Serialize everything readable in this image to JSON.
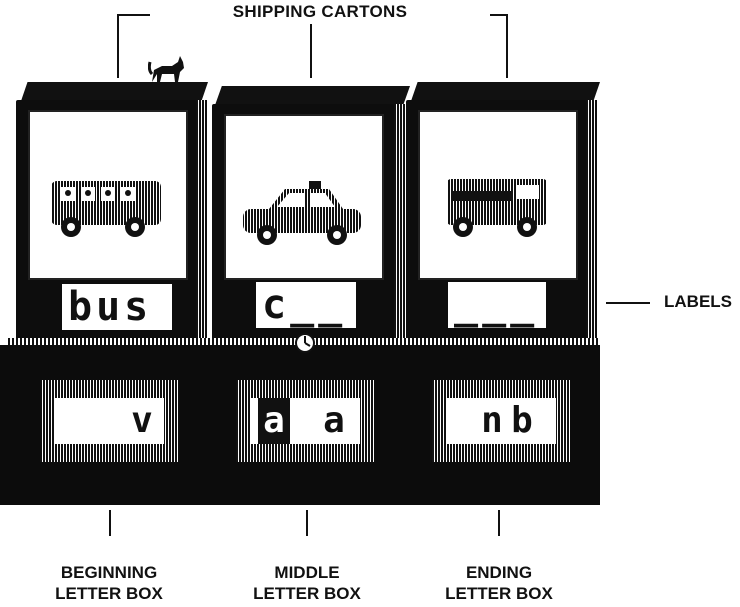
{
  "callouts": {
    "top": "SHIPPING CARTONS",
    "side": "LABELS",
    "bottom": [
      {
        "line1": "BEGINNING",
        "line2": "LETTER BOX"
      },
      {
        "line1": "MIDDLE",
        "line2": "LETTER BOX"
      },
      {
        "line1": "ENDING",
        "line2": "LETTER BOX"
      }
    ]
  },
  "cartons": [
    {
      "picture": "bus-picture",
      "label": "bus"
    },
    {
      "picture": "car-picture",
      "label": "c__"
    },
    {
      "picture": "van-picture",
      "label": "___"
    }
  ],
  "letter_boxes": [
    {
      "letters": [
        "",
        "v"
      ]
    },
    {
      "letters": [
        "a",
        "a"
      ],
      "selected_index": 0
    },
    {
      "letters": [
        "n",
        "b"
      ]
    }
  ],
  "icons": {
    "cat": "cat-icon",
    "cursor": "clock-cursor-icon"
  }
}
